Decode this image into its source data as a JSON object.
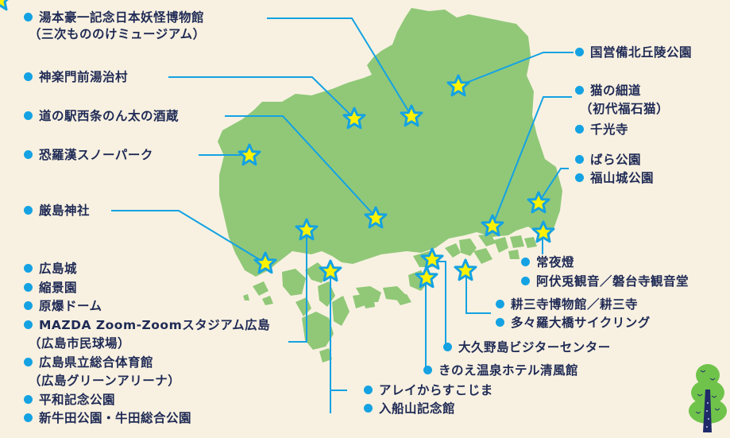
{
  "map": {
    "region": "Hiroshima Prefecture",
    "land_color": "#90c878",
    "background_color": "#f8f1e1",
    "leader_line_color": "#14a2e3",
    "marker": {
      "icon": "star-icon",
      "fill": "#fff200",
      "stroke": "#14a2e3"
    },
    "text_color": "#1f2a55"
  },
  "labels": {
    "yumoto": {
      "name": "湯本豪一記念日本妖怪博物館",
      "sub": "（三次もののけミュージアム）"
    },
    "kagura": {
      "name": "神楽門前湯治村"
    },
    "saijo": {
      "name": "道の駅西条のん太の酒蔵"
    },
    "osorakan": {
      "name": "恐羅漢スノーパーク"
    },
    "itsukushima": {
      "name": "厳島神社"
    },
    "hiroshima_city": [
      {
        "name": "広島城"
      },
      {
        "name": "縮景園"
      },
      {
        "name": "原爆ドーム"
      },
      {
        "name": "MAZDA Zoom-Zoomスタジアム広島",
        "sub": "（広島市民球場）"
      },
      {
        "name": "広島県立総合体育館",
        "sub": "（広島グリーンアリーナ）"
      },
      {
        "name": "平和記念公園"
      },
      {
        "name": "新牛田公園・牛田総合公園"
      }
    ],
    "kure": [
      {
        "name": "アレイからすこじま"
      },
      {
        "name": "入船山記念館"
      }
    ],
    "kinoe": {
      "name": "きのえ温泉ホテル清風館"
    },
    "okunoshima": {
      "name": "大久野島ビジターセンター"
    },
    "kosanji": [
      {
        "name": "耕三寺博物館／耕三寺"
      },
      {
        "name": "多々羅大橋サイクリング"
      }
    ],
    "tomonoura": [
      {
        "name": "常夜燈"
      },
      {
        "name": "阿伏兎観音／磐台寺観音堂"
      }
    ],
    "fukuyama": [
      {
        "name": "ばら公園"
      },
      {
        "name": "福山城公園"
      }
    ],
    "onomichi": [
      {
        "name": "猫の細道",
        "sub": "（初代福石猫）"
      },
      {
        "name": "千光寺"
      }
    ],
    "bihoku": {
      "name": "国営備北丘陵公園"
    }
  },
  "decoration": {
    "icon": "tree-icon"
  }
}
